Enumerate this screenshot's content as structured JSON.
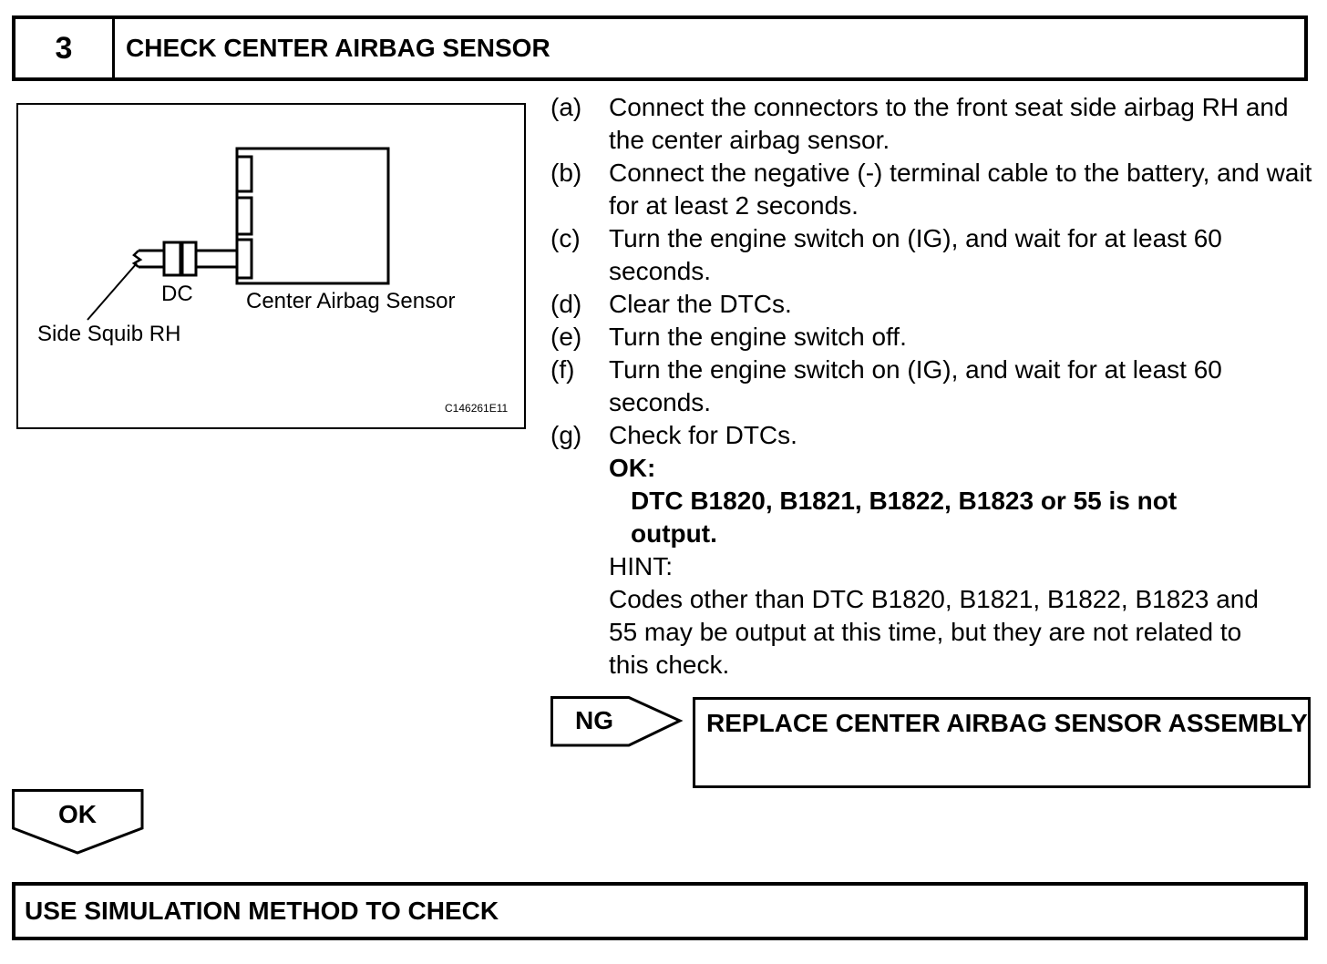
{
  "header": {
    "step_number": "3",
    "title": "CHECK CENTER AIRBAG SENSOR"
  },
  "figure": {
    "labels": {
      "connector": "DC",
      "sensor": "Center Airbag Sensor",
      "squib": "Side Squib RH"
    },
    "code": "C146261E11"
  },
  "procedure": {
    "steps": [
      {
        "letter": "(a)",
        "text": "Connect the connectors to the front seat side airbag RH and the center airbag sensor."
      },
      {
        "letter": "(b)",
        "text": "Connect the negative (-) terminal cable to the battery, and wait for at least 2 seconds."
      },
      {
        "letter": "(c)",
        "text": "Turn the engine switch on (IG), and wait for at least 60 seconds."
      },
      {
        "letter": "(d)",
        "text": "Clear the DTCs."
      },
      {
        "letter": "(e)",
        "text": "Turn the engine switch off."
      },
      {
        "letter": "(f)",
        "text": "Turn the engine switch on (IG), and wait for at least 60 seconds."
      },
      {
        "letter": "(g)",
        "text": "Check for DTCs."
      }
    ],
    "ok_label": "OK:",
    "ok_text": "DTC B1820, B1821, B1822, B1823 or 55 is not output.",
    "hint_label": "HINT:",
    "hint_text": "Codes other than DTC B1820, B1821, B1822, B1823 and 55 may be output at this time, but they are not related to this check."
  },
  "ng": {
    "label": "NG",
    "result": "REPLACE CENTER AIRBAG SENSOR ASSEMBLY"
  },
  "ok": {
    "label": "OK",
    "result": "USE SIMULATION METHOD TO CHECK"
  }
}
